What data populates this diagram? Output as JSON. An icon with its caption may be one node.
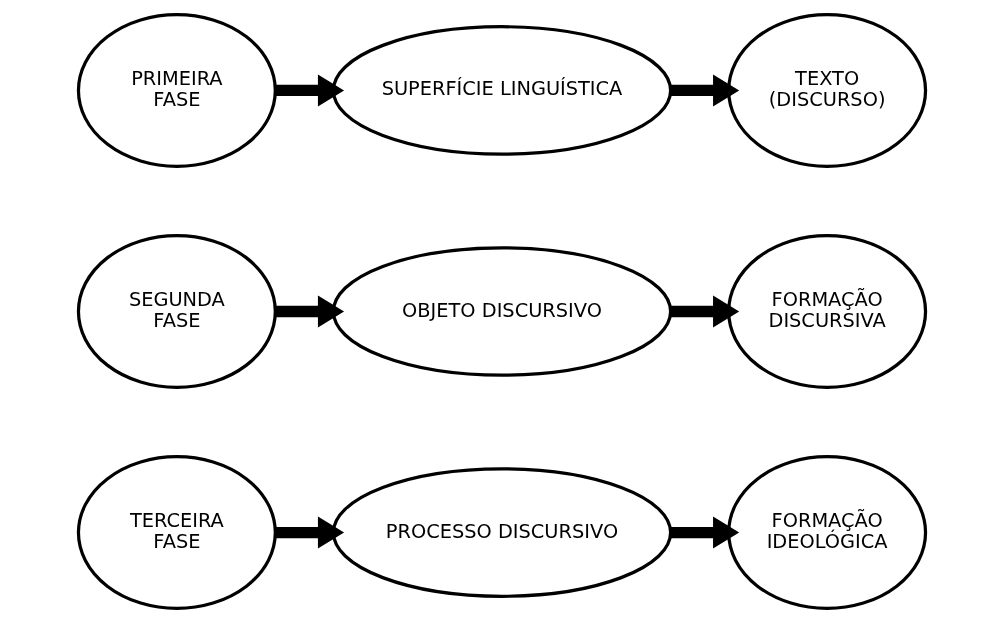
{
  "diagram": {
    "nodes": [
      {
        "text": [
          "PRIMEIRA FASE"
        ]
      },
      {
        "text": [
          "SUPERFÍCIE LINGUÍSTICA"
        ]
      },
      {
        "text": [
          "TEXTO (DISCURSO)"
        ]
      },
      {
        "text": [
          "SEGUNDA FASE"
        ]
      },
      {
        "text": [
          "OBJETO DISCURSIVO"
        ]
      },
      {
        "text": [
          "FORMAÇÃO DISCURSIVA"
        ]
      },
      {
        "text": [
          "TERCEIRA FASE"
        ]
      },
      {
        "text": [
          "PROCESSO DISCURSIVO"
        ]
      },
      {
        "text": [
          "FORMAÇÃO IDEOLÓGICA"
        ]
      }
    ],
    "edges": [
      {
        "from": 0,
        "to": 1,
        "arrow": "to"
      },
      {
        "from": 1,
        "to": 2,
        "arrow": "to"
      },
      {
        "from": 3,
        "to": 4,
        "arrow": "to"
      },
      {
        "from": 4,
        "to": 5,
        "arrow": "to"
      },
      {
        "from": 6,
        "to": 7,
        "arrow": "to"
      },
      {
        "from": 7,
        "to": 8,
        "arrow": "to"
      }
    ]
  }
}
